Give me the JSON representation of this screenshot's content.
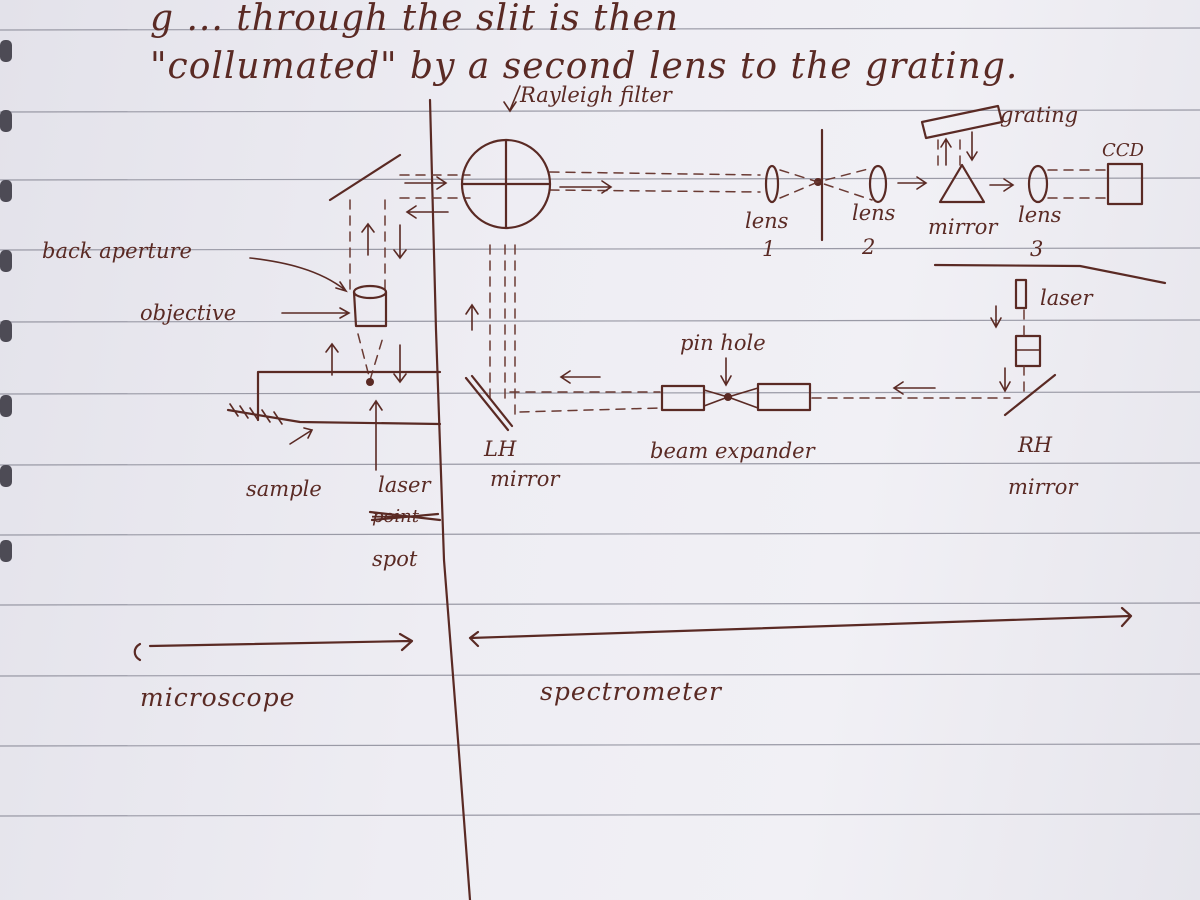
{
  "header": {
    "line1": "g ... through the slit is then",
    "line2": "\"collumated\" by a second lens to the grating."
  },
  "labels": {
    "rayleigh": "Rayleigh filter",
    "grating": "grating",
    "ccd": "CCD",
    "lens1": "lens",
    "lens1_num": "1",
    "lens2": "lens",
    "lens2_num": "2",
    "mirror": "mirror",
    "lens3": "lens",
    "lens3_num": "3",
    "laser": "laser",
    "pinhole": "pin hole",
    "back_aperture": "back aperture",
    "objective": "objective",
    "sample": "sample",
    "laser_spot_1": "laser",
    "laser_spot_struck": "point",
    "laser_spot_2": "spot",
    "lh_1": "LH",
    "lh_2": "mirror",
    "beam_expander": "beam expander",
    "rh_1": "RH",
    "rh_2": "mirror"
  },
  "sections": {
    "microscope": "microscope",
    "spectrometer": "spectrometer"
  },
  "colors": {
    "ink": "#5a2a24",
    "paper": "#eeedf3",
    "rule": "#9a9aa6"
  }
}
